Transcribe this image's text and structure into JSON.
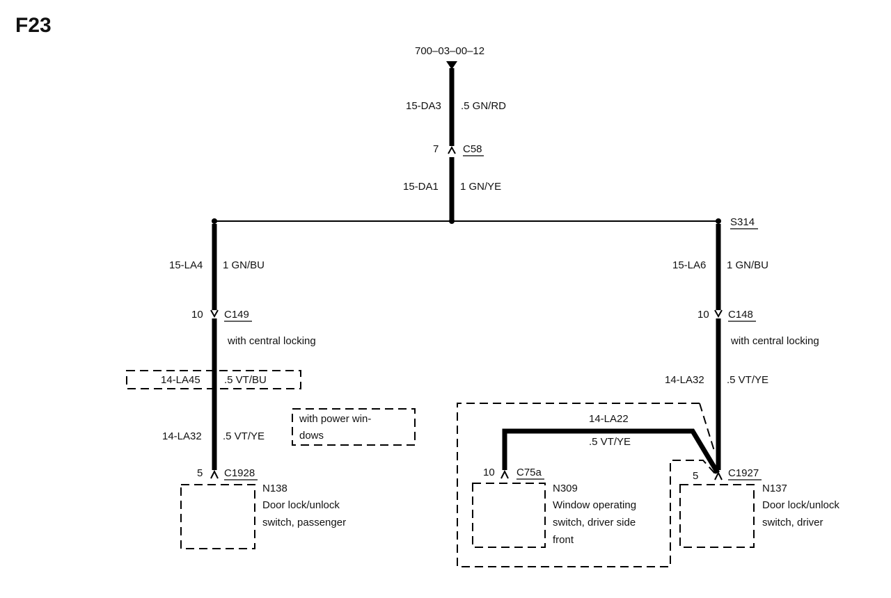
{
  "page": {
    "code": "F23"
  },
  "top": {
    "ground_ref": "700–03–00–12"
  },
  "feed": {
    "upper_wire_id": "15-DA3",
    "upper_wire_spec": ".5 GN/RD",
    "connector_pin": "7",
    "connector": "C58",
    "lower_wire_id": "15-DA1",
    "lower_wire_spec": "1 GN/YE"
  },
  "splice": {
    "id": "S314"
  },
  "left_branch": {
    "wire_id": "15-LA4",
    "wire_spec": "1 GN/BU",
    "connector_pin": "10",
    "connector": "C149",
    "option_note": "with central locking",
    "optional_wire_id": "14-LA45",
    "optional_wire_spec": ".5 VT/BU",
    "wire2_id": "14-LA32",
    "wire2_spec": ".5 VT/YE",
    "power_windows_note_line1": "with power win-",
    "power_windows_note_line2": "dows",
    "end_pin": "5",
    "end_connector": "C1928",
    "component_id": "N138",
    "component_line1": "Door lock/unlock",
    "component_line2": "switch, passenger"
  },
  "right_branch": {
    "wire_id": "15-LA6",
    "wire_spec": "1 GN/BU",
    "connector_pin": "10",
    "connector": "C148",
    "option_note": "with central locking",
    "wire2_id": "14-LA32",
    "wire2_spec": ".5 VT/YE",
    "cross_wire_id": "14-LA22",
    "cross_wire_spec": ".5 VT/YE",
    "end_pin": "5",
    "end_connector": "C1927",
    "component_id": "N137",
    "component_line1": "Door lock/unlock",
    "component_line2": "switch, driver"
  },
  "window_switch": {
    "pin": "10",
    "connector": "C75a",
    "component_id": "N309",
    "line1": "Window operating",
    "line2": "switch, driver side",
    "line3": "front"
  }
}
